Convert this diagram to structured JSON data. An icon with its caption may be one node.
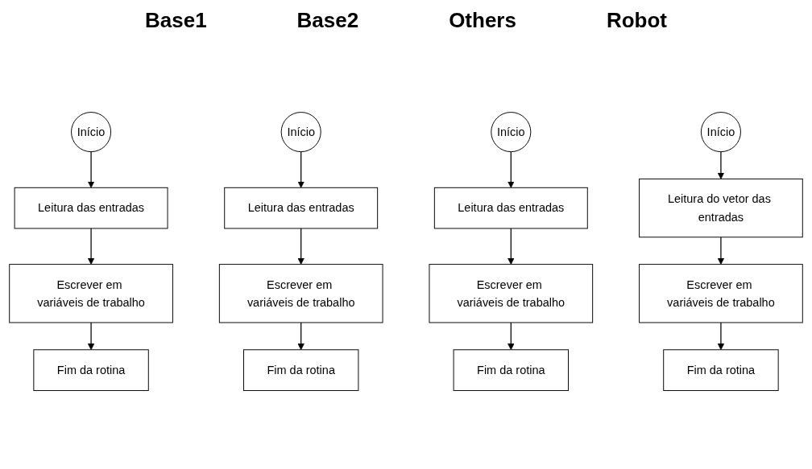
{
  "diagram": {
    "nodes": [
      {
        "text": [
          "Início"
        ]
      },
      {
        "text": [
          "Leitura das entradas"
        ]
      },
      {
        "text": [
          "Escrever em variáveis de trabalho"
        ]
      },
      {
        "text": [
          "Fim da rotina"
        ]
      },
      {
        "text": [
          "Início"
        ]
      },
      {
        "text": [
          "Leitura das entradas"
        ]
      },
      {
        "text": [
          "Escrever em variáveis de trabalho"
        ]
      },
      {
        "text": [
          "Fim da rotina"
        ]
      },
      {
        "text": [
          "Início"
        ]
      },
      {
        "text": [
          "Leitura das entradas"
        ]
      },
      {
        "text": [
          "Escrever em variáveis de trabalho"
        ]
      },
      {
        "text": [
          "Fim da rotina"
        ]
      },
      {
        "text": [
          "Início"
        ]
      },
      {
        "text": [
          "Leitura do vetor das entradas"
        ]
      },
      {
        "text": [
          "Escrever em variáveis de trabalho"
        ]
      },
      {
        "text": [
          "Fim da rotina"
        ]
      }
    ],
    "edges": [
      {
        "from": 0,
        "to": 1,
        "arrow": "to"
      },
      {
        "from": 1,
        "to": 2,
        "arrow": "to"
      },
      {
        "from": 2,
        "to": 3,
        "arrow": "to"
      },
      {
        "from": 4,
        "to": 5,
        "arrow": "to"
      },
      {
        "from": 5,
        "to": 6,
        "arrow": "to"
      },
      {
        "from": 6,
        "to": 7,
        "arrow": "to"
      },
      {
        "from": 8,
        "to": 9,
        "arrow": "to"
      },
      {
        "from": 9,
        "to": 10,
        "arrow": "to"
      },
      {
        "from": 10,
        "to": 11,
        "arrow": "to"
      },
      {
        "from": 12,
        "to": 13,
        "arrow": "to"
      },
      {
        "from": 13,
        "to": 14,
        "arrow": "to"
      },
      {
        "from": 14,
        "to": 15,
        "arrow": "to"
      }
    ],
    "labels": [
      "Base1",
      "Base2",
      "Others",
      "Robot"
    ]
  }
}
